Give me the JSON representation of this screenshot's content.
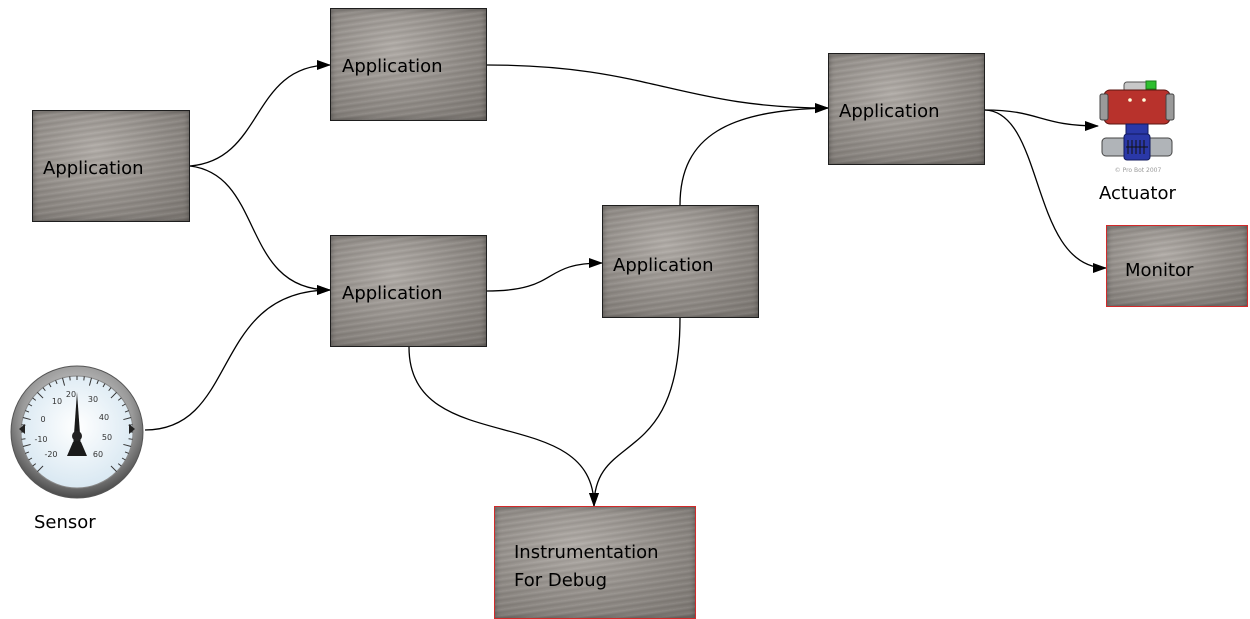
{
  "nodes": {
    "app_left": "Application",
    "app_top": "Application",
    "app_middle": "Application",
    "app_center": "Application",
    "app_right": "Application",
    "monitor": "Monitor",
    "debug_line1": "Instrumentation",
    "debug_line2": "For Debug"
  },
  "devices": {
    "sensor": "Sensor",
    "actuator": "Actuator",
    "gauge_ticks": [
      "10",
      "20",
      "30",
      "40",
      "50",
      "60",
      "0",
      "-10",
      "-20"
    ],
    "actuator_copyright": "© Pro Bot 2007"
  },
  "colors": {
    "node_border": "#1e1e1e",
    "sink_border": "#d22a2a",
    "actuator_red": "#b8322c",
    "actuator_blue": "#2a38a8"
  },
  "icons": {
    "sensor": "thermometer-gauge-icon",
    "actuator": "valve-actuator-icon"
  }
}
